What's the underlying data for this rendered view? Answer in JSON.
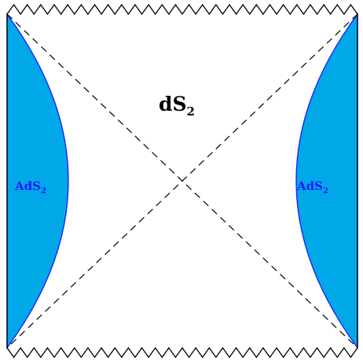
{
  "diagram": {
    "center_label": {
      "main": "dS",
      "sub": "2"
    },
    "left_region_label": {
      "main": "AdS",
      "sub": "2"
    },
    "right_region_label": {
      "main": "AdS",
      "sub": "2"
    },
    "colors": {
      "region_fill": "#00a8e8",
      "region_stroke": "#1a1aff",
      "region_label": "#1a1aff",
      "lines": "#000000",
      "center_label": "#000000",
      "background": "#ffffff"
    },
    "line_styles": {
      "diagonals": "dashed",
      "top_edge": "zigzag",
      "bottom_edge": "zigzag",
      "left_edge": "solid",
      "right_edge": "solid"
    }
  }
}
